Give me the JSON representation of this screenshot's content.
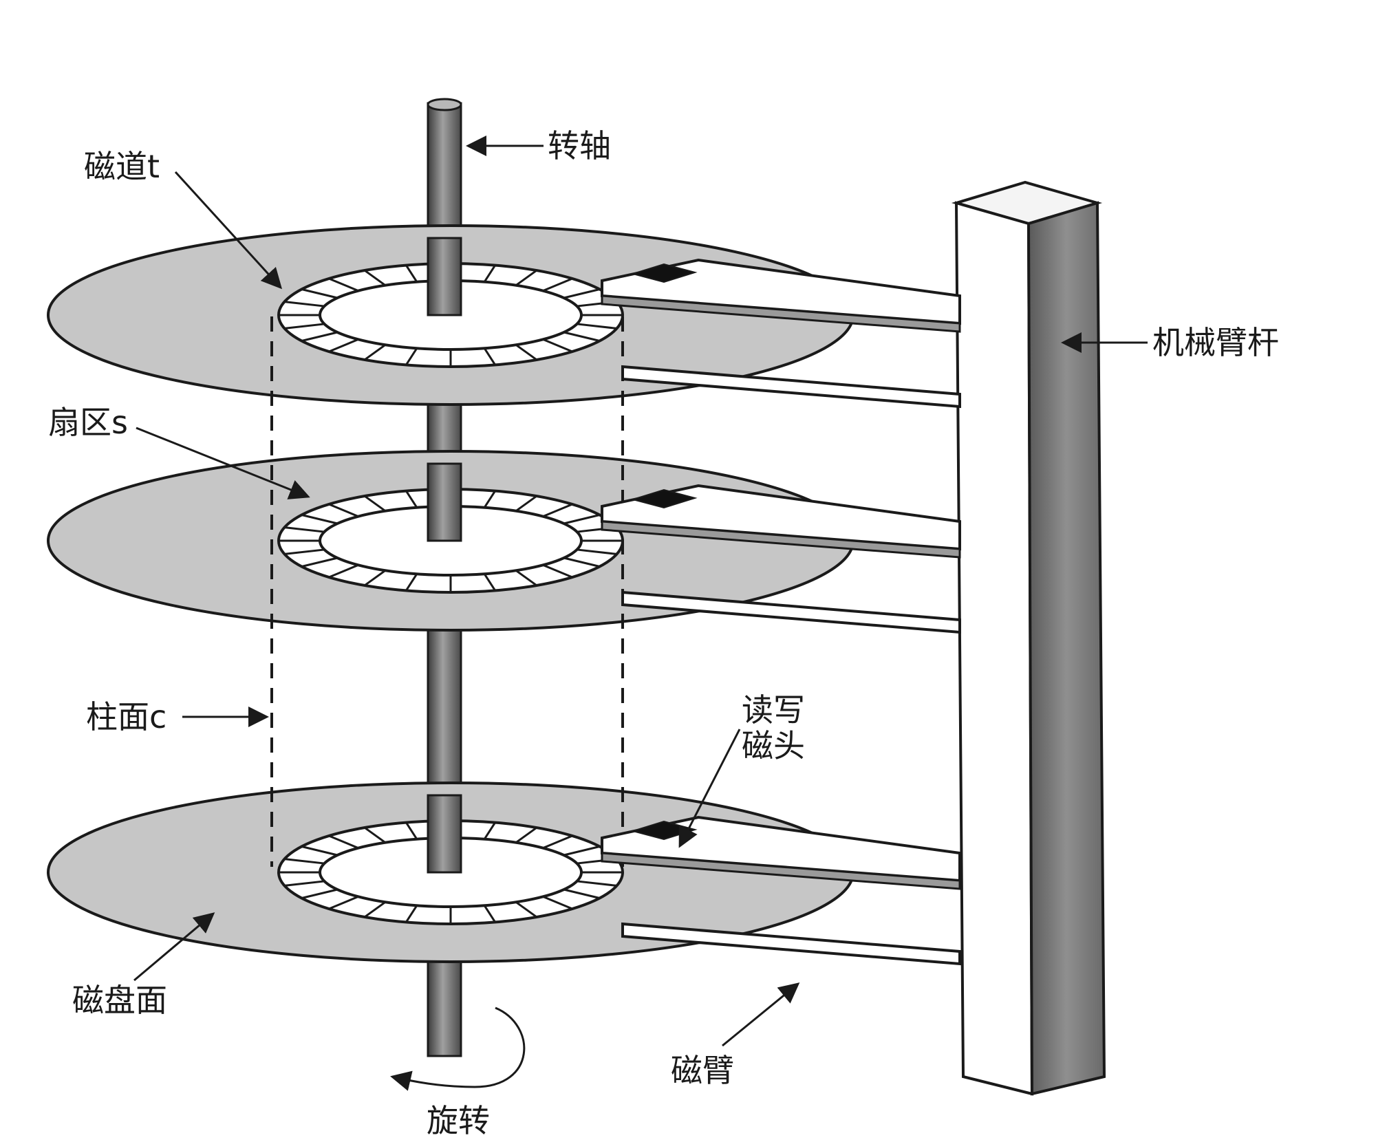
{
  "labels": {
    "spindle": "转轴",
    "track": "磁道t",
    "sector": "扇区s",
    "cylinder": "柱面c",
    "rw_head_line1": "读写",
    "rw_head_line2": "磁头",
    "platter_surface": "磁盘面",
    "arm": "磁臂",
    "actuator_arm": "机械臂杆",
    "rotation": "旋转"
  },
  "platter_count": 3,
  "sectors_per_track": 24,
  "colors": {
    "platter": "#c6c6c6",
    "outline": "#1a1a1a",
    "read_write_head": "#111111",
    "background": "#ffffff"
  }
}
